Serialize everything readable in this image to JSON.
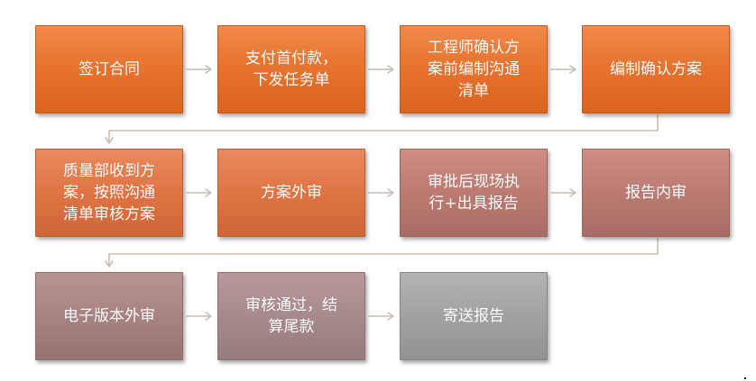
{
  "flow": {
    "steps": [
      {
        "id": "s1",
        "label": "签订合同"
      },
      {
        "id": "s2",
        "label": "支付首付款，\n下发任务单"
      },
      {
        "id": "s3",
        "label": "工程师确认方\n案前编制沟通\n清单"
      },
      {
        "id": "s4",
        "label": "编制确认方案"
      },
      {
        "id": "s5",
        "label": "质量部收到方\n案，按照沟通\n清单审核方案"
      },
      {
        "id": "s6",
        "label": "方案外审"
      },
      {
        "id": "s7",
        "label": "审批后现场执\n行+出具报告"
      },
      {
        "id": "s8",
        "label": "报告内审"
      },
      {
        "id": "s9",
        "label": "电子版本外审"
      },
      {
        "id": "s10",
        "label": "审核通过，结\n算尾款"
      },
      {
        "id": "s11",
        "label": "寄送报告"
      }
    ]
  },
  "colors": {
    "arrow": "#c9bdb4",
    "orange": "#e8742f",
    "rose": "#bb7b72",
    "mauve": "#a98381",
    "gray": "#a2a2a2"
  }
}
